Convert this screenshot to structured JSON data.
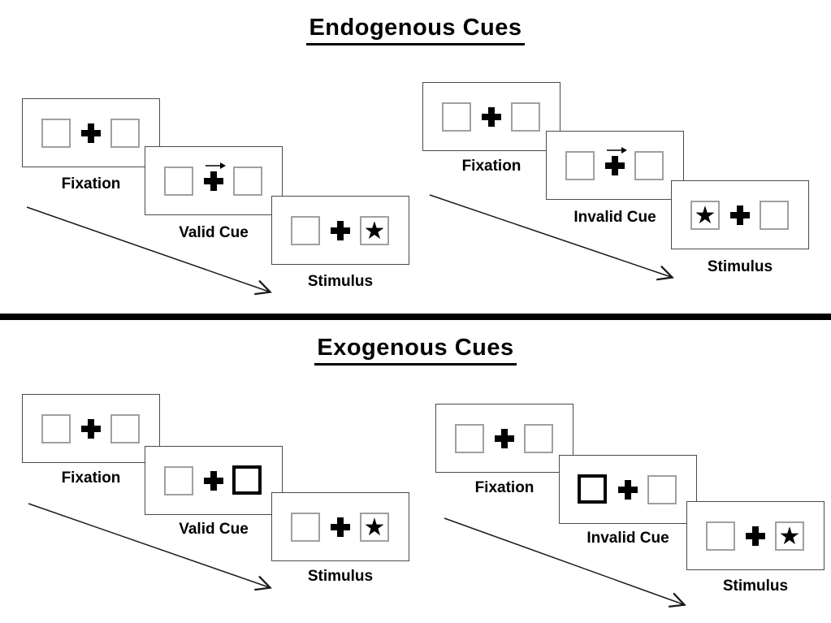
{
  "titles": {
    "endogenous": "Endogenous Cues",
    "exogenous": "Exogenous Cues"
  },
  "sequences": {
    "endo_valid": {
      "fixation": "Fixation",
      "cue": "Valid Cue",
      "stimulus": "Stimulus",
      "cue_type": "central-arrow-right",
      "star_side": "right"
    },
    "endo_invalid": {
      "fixation": "Fixation",
      "cue": "Invalid Cue",
      "stimulus": "Stimulus",
      "cue_type": "central-arrow-right",
      "star_side": "left"
    },
    "exo_valid": {
      "fixation": "Fixation",
      "cue": "Valid Cue",
      "stimulus": "Stimulus",
      "cue_type": "peripheral-box-right",
      "star_side": "right"
    },
    "exo_invalid": {
      "fixation": "Fixation",
      "cue": "Invalid Cue",
      "stimulus": "Stimulus",
      "cue_type": "peripheral-box-left",
      "star_side": "right"
    }
  },
  "icons": {
    "star": "★"
  },
  "colors": {
    "background": "#ffffff",
    "ink": "#000000",
    "panel_border": "#4a4a4a",
    "box_border": "#a0a0a0",
    "cue_box_border": "#000000"
  }
}
